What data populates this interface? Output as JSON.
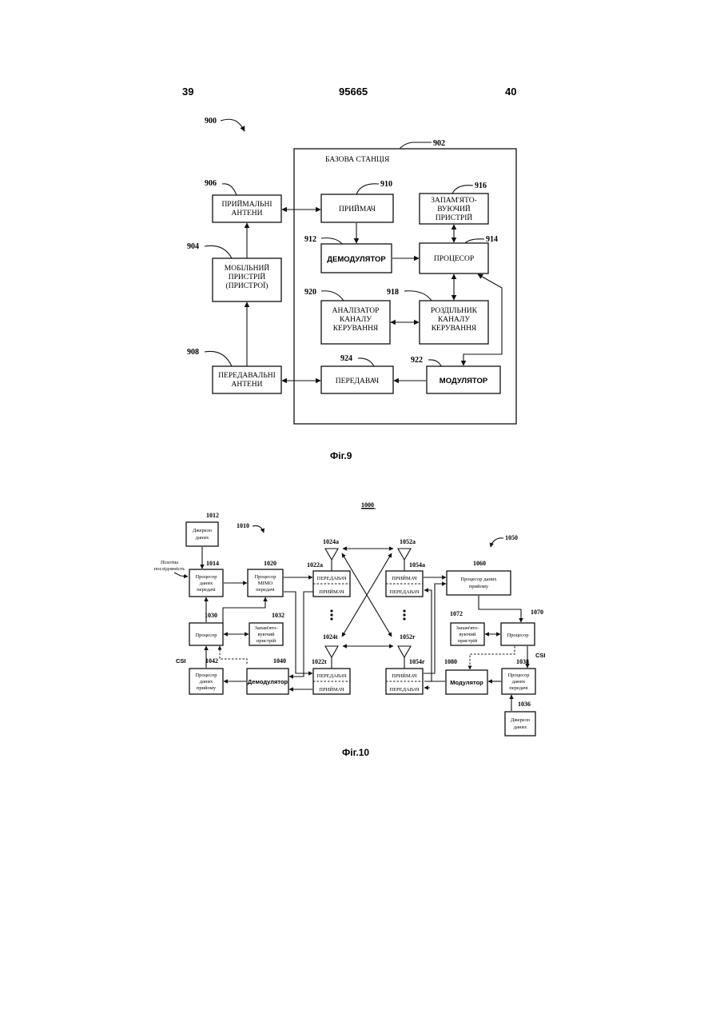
{
  "header": {
    "page_left": "39",
    "patent_number": "95665",
    "page_right": "40"
  },
  "fig9": {
    "ref_900": "900",
    "ref_902": "902",
    "ref_904": "904",
    "ref_906": "906",
    "ref_908": "908",
    "ref_910": "910",
    "ref_912": "912",
    "ref_914": "914",
    "ref_916": "916",
    "ref_918": "918",
    "ref_920": "920",
    "ref_922": "922",
    "ref_924": "924",
    "base_station_title": "БАЗОВА СТАНЦІЯ",
    "rx_antennas": [
      "ПРИЙМАЛЬНІ",
      "АНТЕНИ"
    ],
    "mobile_device": [
      "МОБІЛЬНИЙ",
      "ПРИСТРІЙ",
      "(ПРИСТРОЇ)"
    ],
    "tx_antennas": [
      "ПЕРЕДАВАЛЬНІ",
      "АНТЕНИ"
    ],
    "receiver": "ПРИЙМАЧ",
    "memory": [
      "ЗАПАМ'ЯТО-",
      "ВУЮЧИЙ",
      "ПРИСТРІЙ"
    ],
    "demodulator": "ДЕМОДУЛЯТОР",
    "processor": "ПРОЦЕСОР",
    "analyzer": [
      "АНАЛІЗАТОР",
      "КАНАЛУ",
      "КЕРУВАННЯ"
    ],
    "separator": [
      "РОЗДІЛЬНИК",
      "КАНАЛУ",
      "КЕРУВАННЯ"
    ],
    "transmitter": "ПЕРЕДАВАЧ",
    "modulator": "МОДУЛЯТОР",
    "caption": "Фіг.9"
  },
  "fig10": {
    "ref_1000": "1000",
    "ref_1010": "1010",
    "ref_1012": "1012",
    "ref_1014": "1014",
    "ref_1020": "1020",
    "ref_1022a": "1022a",
    "ref_1022t": "1022t",
    "ref_1024a": "1024a",
    "ref_1024t": "1024t",
    "ref_1030": "1030",
    "ref_1032": "1032",
    "ref_1036": "1036",
    "ref_1038": "1038",
    "ref_1040": "1040",
    "ref_1042": "1042",
    "ref_1050": "1050",
    "ref_1052a": "1052a",
    "ref_1052r": "1052r",
    "ref_1054a": "1054a",
    "ref_1054r": "1054r",
    "ref_1060": "1060",
    "ref_1070": "1070",
    "ref_1072": "1072",
    "ref_1080": "1080",
    "data_source": [
      "Джерело",
      "даних"
    ],
    "pilot_sequence": [
      "Пілотна",
      "послідовність"
    ],
    "tx_data_processor": [
      "Процесор",
      "даних",
      "передачі"
    ],
    "mimo_processor": [
      "Процесор",
      "MIMO",
      "передачі"
    ],
    "transmitter": "ПЕРЕДАВАЧ",
    "receiver": "ПРИЙМАЧ",
    "processor": "Процесор",
    "memory": [
      "Запам'ято-",
      "вуючий",
      "пристрій"
    ],
    "csi": "CSI",
    "rx_data_processor": [
      "Процесор",
      "даних",
      "прийому"
    ],
    "demodulator": "Демодулятор",
    "rx_data_processor_right": [
      "Процесор даних",
      "прийому"
    ],
    "modulator": "Модулятор",
    "caption": "Фіг.10"
  }
}
